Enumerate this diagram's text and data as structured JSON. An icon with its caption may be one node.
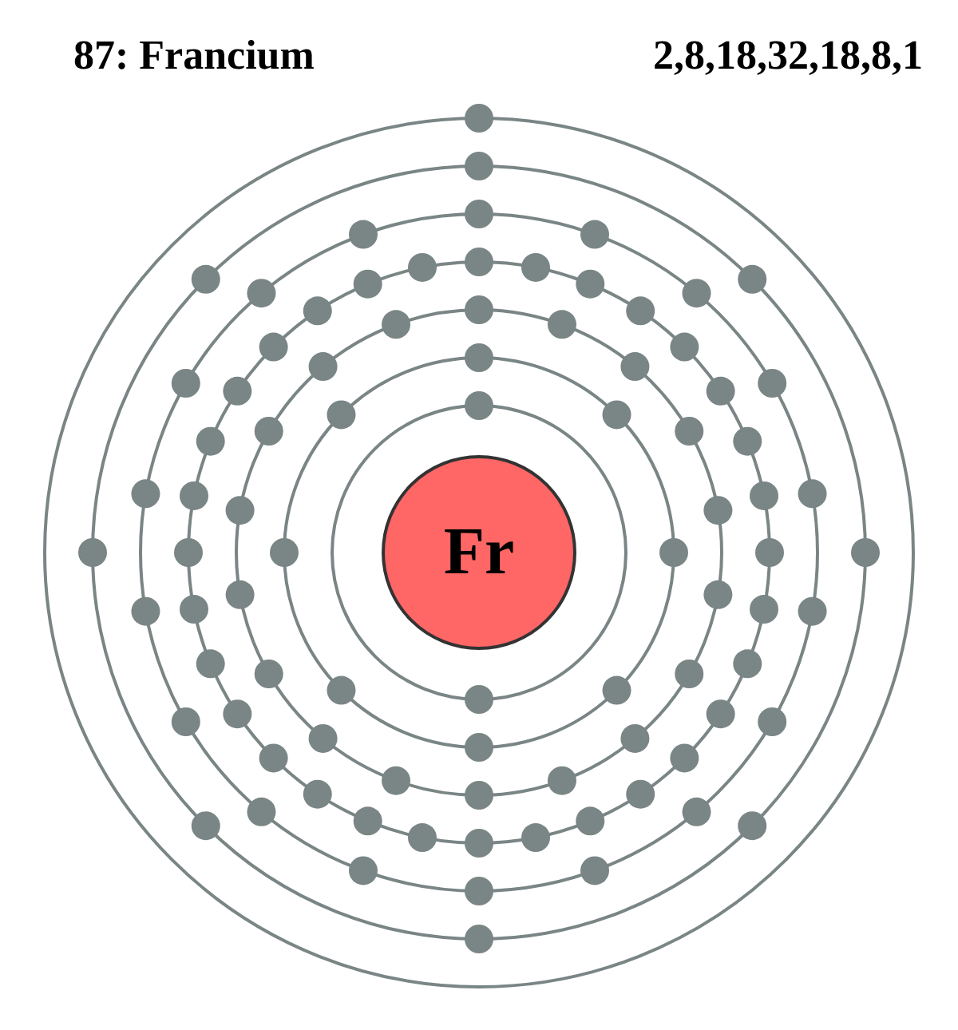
{
  "diagram": {
    "title": "87: Francium",
    "nodes": [
      {
        "text": [
          "Fr"
        ]
      }
    ],
    "labels": [
      "2,8,18,32,18,8,1"
    ]
  }
}
